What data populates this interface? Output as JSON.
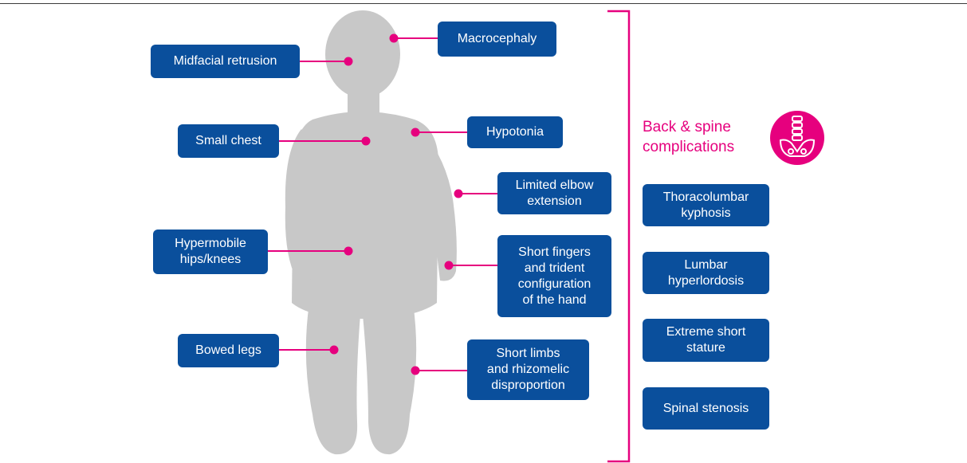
{
  "colors": {
    "accent": "#e6007e",
    "label_bg": "#0a4f9c",
    "silhouette": "#c8c8c8"
  },
  "labels": {
    "macrocephaly": "Macrocephaly",
    "midfacial_retrusion": "Midfacial retrusion",
    "small_chest": "Small chest",
    "hypotonia": "Hypotonia",
    "limited_elbow": "Limited elbow\nextension",
    "hypermobile": "Hypermobile\nhips/knees",
    "short_fingers": "Short fingers\nand trident\nconfiguration\nof the hand",
    "bowed_legs": "Bowed legs",
    "short_limbs": "Short limbs\nand rhizomelic\ndisproportion"
  },
  "spine": {
    "title": "Back & spine\ncomplications",
    "icon": "spine-pelvis-icon",
    "items": [
      "Thoracolumbar\nkyphosis",
      "Lumbar\nhyperlordosis",
      "Extreme short\nstature",
      "Spinal stenosis"
    ]
  }
}
